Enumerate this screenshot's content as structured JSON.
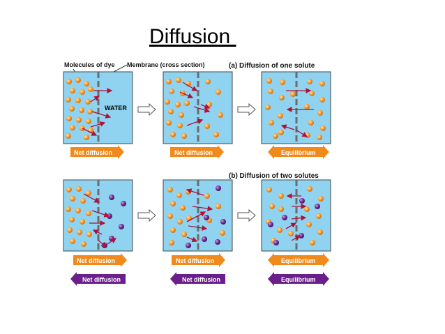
{
  "title": "Diffusion ",
  "labels": {
    "molecules_of_dye": "Molecules of dye",
    "membrane": "Membrane (cross section)",
    "water": "WATER",
    "section_a": "(a) Diffusion of one solute",
    "section_b": "(b) Diffusion of two solutes"
  },
  "row_a_arrows": [
    "Net diffusion",
    "Net diffusion",
    "Equilibrium"
  ],
  "row_b_orange_arrows": [
    "Net diffusion",
    "Net diffusion",
    "Equilibrium"
  ],
  "row_b_purple_arrows": [
    "Net diffusion",
    "Net diffusion",
    "Equilibrium"
  ],
  "colors": {
    "water": "#8fd3f0",
    "membrane": "#6b6b6b",
    "orange_solute": "#f08a1c",
    "purple_solute": "#6a1f8a",
    "molecule_arrow": "#b0103a"
  }
}
